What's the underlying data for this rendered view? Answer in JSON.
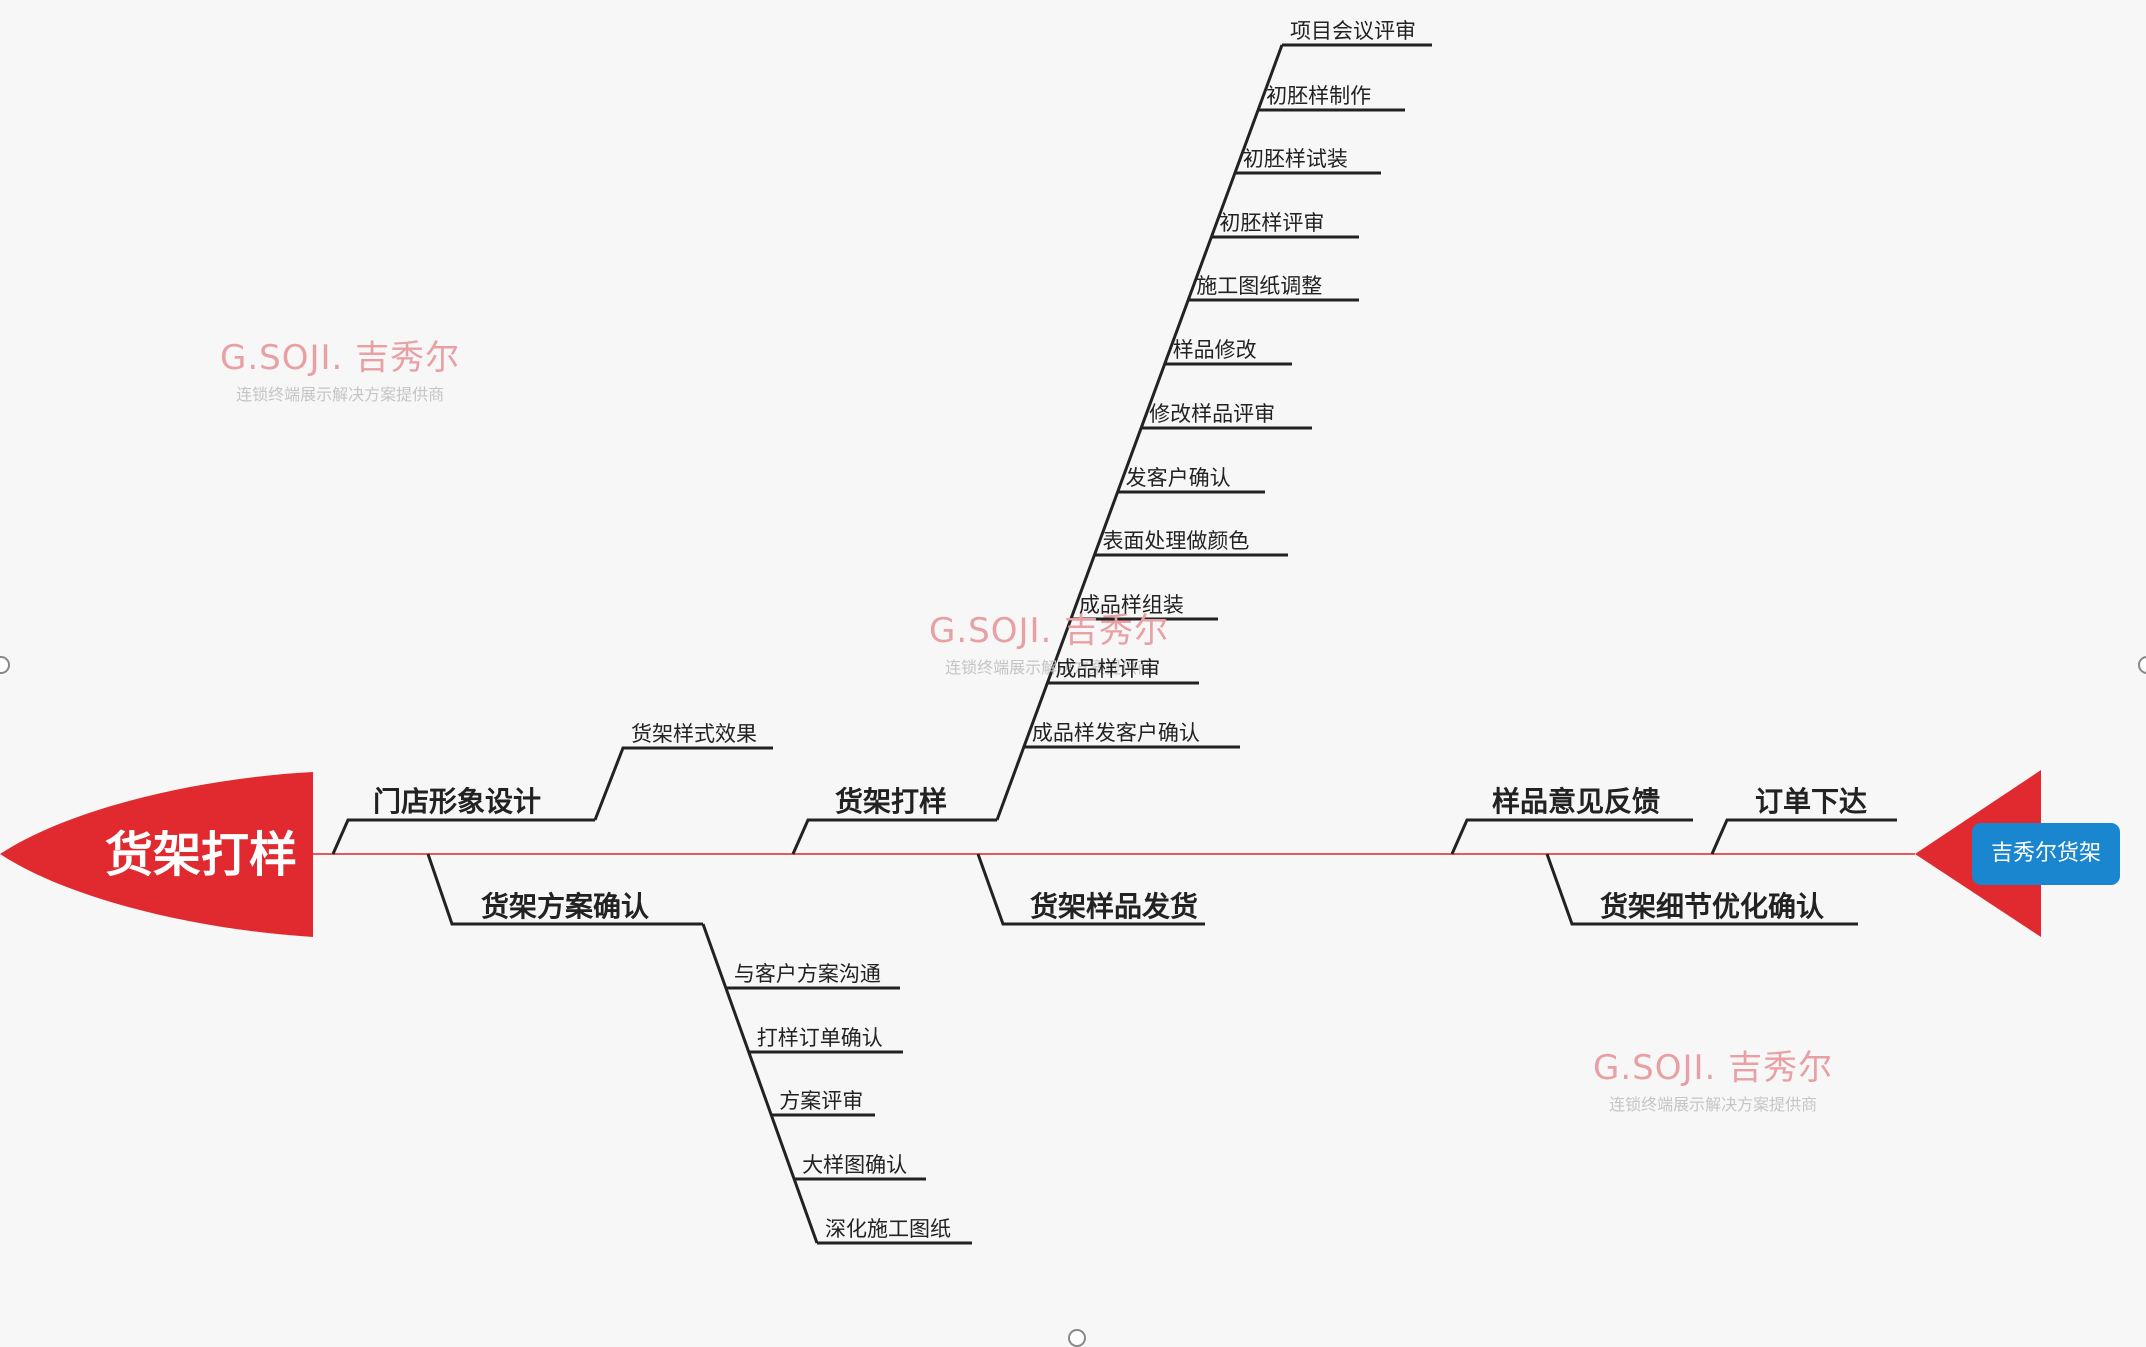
{
  "head_label": "货架打样",
  "tail_badge": "吉秀尔货架",
  "watermark": {
    "logo": "G.SOJI. 吉秀尔",
    "subtitle": "连锁终端展示解决方案提供商"
  },
  "main_branches": {
    "store_design": "门店形象设计",
    "shelf_sampling": "货架打样",
    "feedback": "样品意见反馈",
    "order": "订单下达",
    "plan_confirm": "货架方案确认",
    "sample_ship": "货架样品发货",
    "detail_confirm": "货架细节优化确认"
  },
  "store_design_children": [
    "货架样式效果"
  ],
  "plan_confirm_children": [
    "与客户方案沟通",
    "打样订单确认",
    "方案评审",
    "大样图确认",
    "深化施工图纸"
  ],
  "sampling_children": [
    "项目会议评审",
    "初胚样制作",
    "初胚样试装",
    "初胚样评审",
    "施工图纸调整",
    "样品修改",
    "修改样品评审",
    "发客户确认",
    "表面处理做颜色",
    "成品样组装",
    "成品样评审",
    "成品样发客户确认"
  ],
  "colors": {
    "fish_red": "#e02a2f",
    "spine_red": "#e45a5f",
    "badge_blue": "#1a86d0",
    "line_dark": "#222222"
  }
}
